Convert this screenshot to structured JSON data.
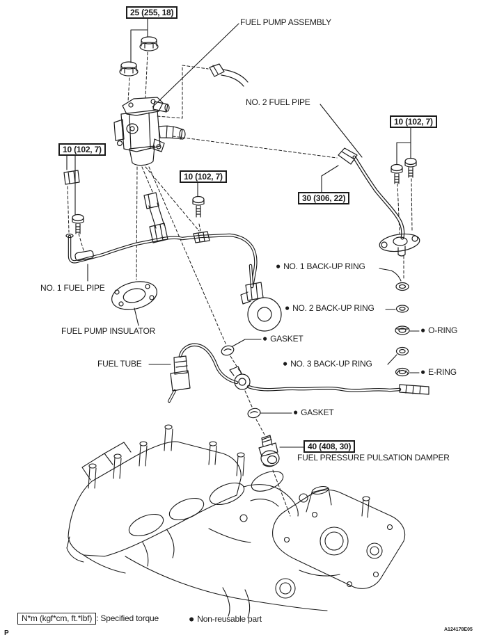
{
  "page": {
    "code": "A124178E05",
    "page_marker": "P"
  },
  "colors": {
    "ink": "#1a1a1a",
    "bg": "#ffffff"
  },
  "torques": {
    "t25": "25 (255, 18)",
    "t10_left": "10 (102, 7)",
    "t10_mid": "10 (102, 7)",
    "t10_right": "10 (102, 7)",
    "t30": "30 (306, 22)",
    "t40": "40 (408, 30)"
  },
  "labels": {
    "bullet": "●",
    "fuel_pump_assembly": "FUEL PUMP ASSEMBLY",
    "no2_fuel_pipe": "NO. 2 FUEL PIPE",
    "no1_fuel_pipe": "NO. 1 FUEL PIPE",
    "fuel_pump_insulator": "FUEL PUMP INSULATOR",
    "fuel_tube": "FUEL TUBE",
    "no1_backup_ring": "NO. 1 BACK-UP RING",
    "no2_backup_ring": "NO. 2 BACK-UP RING",
    "no3_backup_ring": "NO. 3 BACK-UP RING",
    "o_ring": "O-RING",
    "e_ring": "E-RING",
    "gasket_upper": "GASKET",
    "gasket_lower": "GASKET",
    "fuel_pressure_pulsation_damper": "FUEL PRESSURE PULSATION DAMPER"
  },
  "legend": {
    "torque_box": "N*m (kgf*cm, ft.*lbf)",
    "torque_desc": ": Specified torque",
    "bullet": "●",
    "nonreusable": "Non-reusable part"
  }
}
